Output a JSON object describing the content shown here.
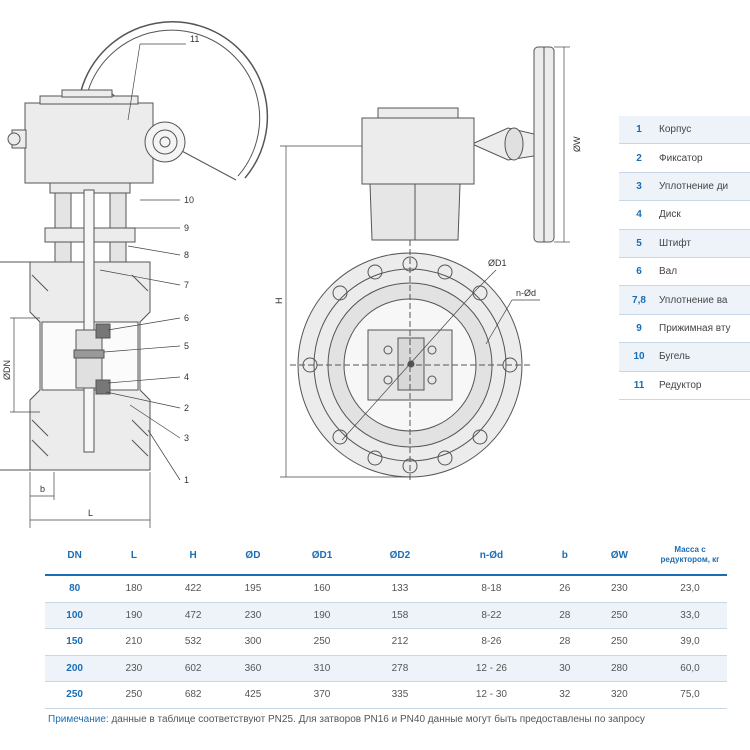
{
  "drawing": {
    "callouts": [
      "11",
      "10",
      "9",
      "8",
      "7",
      "6",
      "5",
      "4",
      "2",
      "3",
      "1"
    ],
    "dims": {
      "dn": "ØDN",
      "b": "b",
      "l": "L",
      "h": "H",
      "w": "ØW",
      "d1": "ØD1",
      "nd": "n-Ød"
    }
  },
  "parts": [
    {
      "num": "1",
      "name": "Корпус"
    },
    {
      "num": "2",
      "name": "Фиксатор"
    },
    {
      "num": "3",
      "name": "Уплотнение ди"
    },
    {
      "num": "4",
      "name": "Диск"
    },
    {
      "num": "5",
      "name": "Штифт"
    },
    {
      "num": "6",
      "name": "Вал"
    },
    {
      "num": "7,8",
      "name": "Уплотнение ва"
    },
    {
      "num": "9",
      "name": "Прижимная вту"
    },
    {
      "num": "10",
      "name": "Бугель"
    },
    {
      "num": "11",
      "name": "Редуктор"
    }
  ],
  "table": {
    "headers": [
      "DN",
      "L",
      "H",
      "ØD",
      "ØD1",
      "ØD2",
      "n-Ød",
      "b",
      "ØW",
      "Масса с редуктором, кг"
    ],
    "rows": [
      [
        "80",
        "180",
        "422",
        "195",
        "160",
        "133",
        "8-18",
        "26",
        "230",
        "23,0"
      ],
      [
        "100",
        "190",
        "472",
        "230",
        "190",
        "158",
        "8-22",
        "28",
        "250",
        "33,0"
      ],
      [
        "150",
        "210",
        "532",
        "300",
        "250",
        "212",
        "8-26",
        "28",
        "250",
        "39,0"
      ],
      [
        "200",
        "230",
        "602",
        "360",
        "310",
        "278",
        "12 - 26",
        "30",
        "280",
        "60,0"
      ],
      [
        "250",
        "250",
        "682",
        "425",
        "370",
        "335",
        "12 - 30",
        "32",
        "320",
        "75,0"
      ]
    ]
  },
  "note": {
    "label": "Примечание",
    "text": ": данные в таблице соответствуют PN25. Для затворов PN16 и PN40 данные могут быть предоставлены по запросу"
  }
}
